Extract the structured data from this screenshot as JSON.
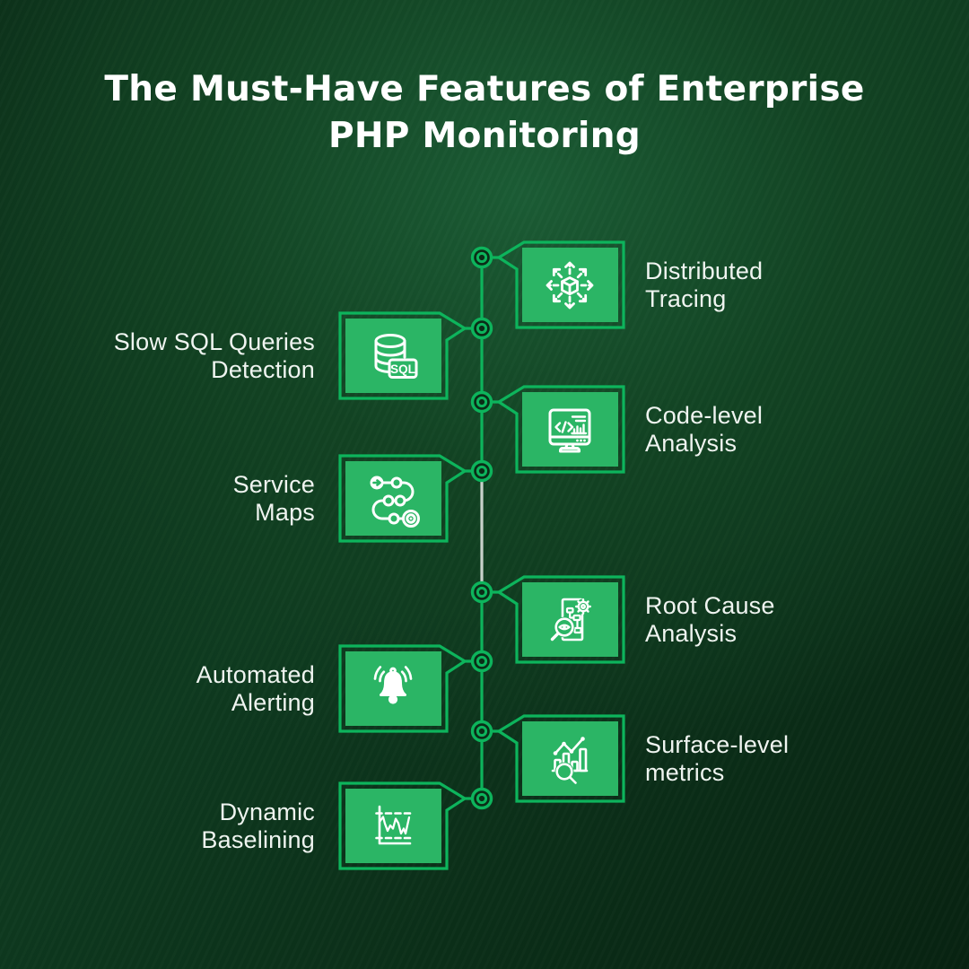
{
  "title": {
    "line1": "The Must-Have Features of Enterprise",
    "line2": "PHP Monitoring"
  },
  "colors": {
    "background_center": "#1b5c35",
    "background_edge": "#082311",
    "box_fill_green": "#2bb565",
    "accent_green": "#0db45c",
    "timeline_gray_segment": "#c9d2cb",
    "icon_stroke": "#ffffff",
    "title_text": "#ffffff",
    "label_text": "#eff4f0"
  },
  "features": [
    {
      "label": "Distributed Tracing",
      "label_lines": [
        "Distributed",
        "Tracing"
      ],
      "side": "right",
      "icon": "distributed-tracing-icon"
    },
    {
      "label": "Slow SQL Queries Detection",
      "label_lines": [
        "Slow SQL Queries",
        "Detection"
      ],
      "side": "left",
      "icon": "sql-database-icon",
      "badge_text": "SQL"
    },
    {
      "label": "Code-level Analysis",
      "label_lines": [
        "Code-level",
        "Analysis"
      ],
      "side": "right",
      "icon": "code-monitor-icon"
    },
    {
      "label": "Service Maps",
      "label_lines": [
        "Service",
        "Maps"
      ],
      "side": "left",
      "icon": "service-map-icon"
    },
    {
      "label": "Root Cause Analysis",
      "label_lines": [
        "Root Cause",
        "Analysis"
      ],
      "side": "right",
      "icon": "root-cause-icon"
    },
    {
      "label": "Automated Alerting",
      "label_lines": [
        "Automated",
        "Alerting"
      ],
      "side": "left",
      "icon": "alert-bell-icon"
    },
    {
      "label": "Surface-level metrics",
      "label_lines": [
        "Surface-level",
        "metrics"
      ],
      "side": "right",
      "icon": "surface-metrics-icon"
    },
    {
      "label": "Dynamic Baselining",
      "label_lines": [
        "Dynamic",
        "Baselining"
      ],
      "side": "left",
      "icon": "dynamic-baseline-icon"
    }
  ]
}
